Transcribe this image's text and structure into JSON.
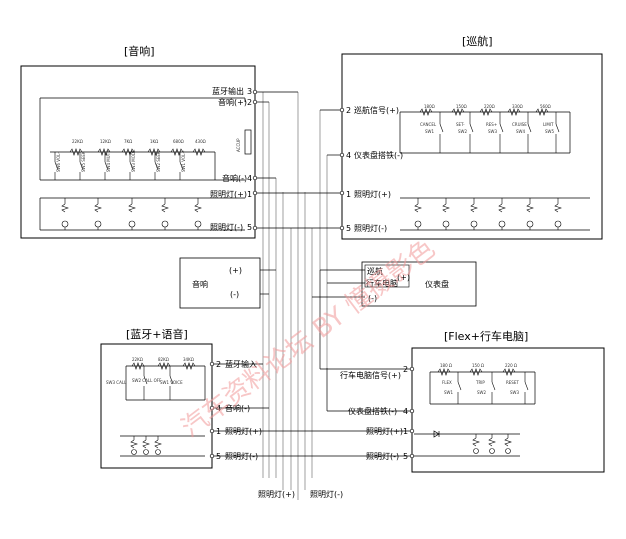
{
  "modules": {
    "audio": {
      "title": "[音响]",
      "pins": [
        {
          "label": "蓝牙输出",
          "num": "3"
        },
        {
          "label": "音响(+)",
          "num": "2"
        },
        {
          "label": "音响(-)",
          "num": "4"
        },
        {
          "label": "照明灯(+)",
          "num": "1"
        },
        {
          "label": "照明灯(-)",
          "num": "5"
        }
      ],
      "resistors": [
        "22KΩ",
        "12KΩ",
        "7KΩ",
        "1KΩ",
        "680Ω",
        "430Ω"
      ],
      "switches": [
        "SW6 VOL-",
        "SW5 SEEK",
        "SW4 MUTE",
        "SW3 MODE",
        "SW2 SEEK-",
        "SW1 VOL+"
      ],
      "component": "ACCUP"
    },
    "cruise": {
      "title": "[巡航]",
      "pins": [
        {
          "num": "2",
          "label": "巡航信号(+)"
        },
        {
          "num": "4",
          "label": "仪表盘搭铁(-)"
        },
        {
          "num": "1",
          "label": "照明灯(+)"
        },
        {
          "num": "5",
          "label": "照明灯(-)"
        }
      ],
      "resistors": [
        "180Ω",
        "150Ω",
        "220Ω",
        "330Ω",
        "560Ω"
      ],
      "switches": [
        {
          "name": "CANCEL",
          "id": "SW1"
        },
        {
          "name": "SET-",
          "id": "SW2"
        },
        {
          "name": "RES+",
          "id": "SW3"
        },
        {
          "name": "CRUISE",
          "id": "SW4"
        },
        {
          "name": "LIMIT",
          "id": "SW5"
        }
      ]
    },
    "speaker": {
      "label": "音响",
      "plus": "(+)",
      "minus": "(-)"
    },
    "dashboard": {
      "label": "仪表盘",
      "inner_cruise": "巡航",
      "inner_trip": "行车电脑",
      "plus": "(+)",
      "minus": "(-)"
    },
    "bluetooth": {
      "title": "[蓝牙+语音]",
      "pins": [
        {
          "num": "2",
          "label": "蓝牙输入"
        },
        {
          "num": "4",
          "label": "音响(-)"
        },
        {
          "num": "1",
          "label": "照明灯(+)"
        },
        {
          "num": "5",
          "label": "照明灯(-)"
        }
      ],
      "resistors": [
        "22KΩ",
        "82KΩ",
        "34KΩ"
      ],
      "switches": [
        "SW3 CALL",
        "SW2 CALL OFF",
        "SW1 VOICE"
      ]
    },
    "flex": {
      "title": "[Flex+行车电脑]",
      "pins": [
        {
          "label": "行车电脑信号(+)",
          "num": "2"
        },
        {
          "label": "仪表盘搭铁(-)",
          "num": "4"
        },
        {
          "label": "照明灯(+)",
          "num": "1"
        },
        {
          "label": "照明灯(-)",
          "num": "5"
        }
      ],
      "resistors": [
        "180 Ω",
        "150 Ω",
        "220 Ω"
      ],
      "switches": [
        {
          "name": "FLEX",
          "id": "SW1"
        },
        {
          "name": "TRIP",
          "id": "SW2"
        },
        {
          "name": "RESET",
          "id": "SW3"
        }
      ]
    }
  },
  "bottom": {
    "lamp_plus": "照明灯(+)",
    "lamp_minus": "照明灯(-)"
  },
  "watermark": "汽车资料论坛 BY 憧摄影色",
  "colors": {
    "line": "#000000",
    "bus": "#888888",
    "watermark": "#f29a9a"
  }
}
